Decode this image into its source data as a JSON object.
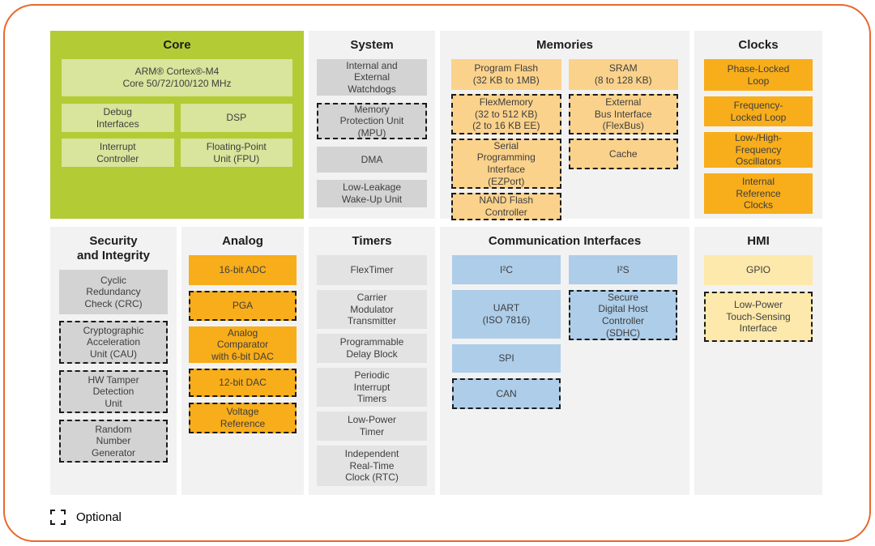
{
  "legend": {
    "label": "Optional"
  },
  "colors": {
    "frame_border": "#e8682c",
    "panel_bg": "#f2f2f2",
    "core_panel": "#b3cb35",
    "core_block": "#d9e49c",
    "system_security_block": "#d3d3d3",
    "timers_block": "#e3e3e3",
    "memories_block": "#fbd28b",
    "clocks_analog_block": "#f8ad1a",
    "comm_block": "#adcde9",
    "hmi_block": "#fde9ab",
    "optional_dashed_border": "#1b1b1b",
    "block_text": "#3e3e3e"
  },
  "sections": {
    "core": {
      "title": "Core",
      "blocks": [
        {
          "label": "ARM® Cortex®-M4\nCore 50/72/100/120 MHz",
          "optional": false
        },
        {
          "label": "Debug\nInterfaces",
          "optional": false
        },
        {
          "label": "DSP",
          "optional": false
        },
        {
          "label": "Interrupt\nController",
          "optional": false
        },
        {
          "label": "Floating-Point\nUnit (FPU)",
          "optional": false
        }
      ]
    },
    "system": {
      "title": "System",
      "blocks": [
        {
          "label": "Internal and\nExternal\nWatchdogs",
          "optional": false
        },
        {
          "label": "Memory\nProtection Unit\n(MPU)",
          "optional": true
        },
        {
          "label": "DMA",
          "optional": false
        },
        {
          "label": "Low-Leakage\nWake-Up Unit",
          "optional": false
        }
      ]
    },
    "memories": {
      "title": "Memories",
      "col_left": [
        {
          "label": "Program Flash\n(32 KB to 1MB)",
          "optional": false
        },
        {
          "label": "FlexMemory\n(32 to 512 KB)\n(2 to 16 KB EE)",
          "optional": true
        },
        {
          "label": "Serial\nProgramming\nInterface\n(EZPort)",
          "optional": true
        },
        {
          "label": "NAND Flash\nController",
          "optional": true
        }
      ],
      "col_right": [
        {
          "label": "SRAM\n(8 to 128 KB)",
          "optional": false
        },
        {
          "label": "External\nBus Interface\n(FlexBus)",
          "optional": true
        },
        {
          "label": "Cache",
          "optional": true
        }
      ]
    },
    "clocks": {
      "title": "Clocks",
      "blocks": [
        {
          "label": "Phase-Locked\nLoop",
          "optional": false
        },
        {
          "label": "Frequency-\nLocked Loop",
          "optional": false
        },
        {
          "label": "Low-/High-\nFrequency\nOscillators",
          "optional": false
        },
        {
          "label": "Internal\nReference\nClocks",
          "optional": false
        }
      ]
    },
    "security": {
      "title": "Security\nand Integrity",
      "blocks": [
        {
          "label": "Cyclic\nRedundancy\nCheck (CRC)",
          "optional": false
        },
        {
          "label": "Cryptographic\nAcceleration\nUnit (CAU)",
          "optional": true
        },
        {
          "label": "HW Tamper\nDetection\nUnit",
          "optional": true
        },
        {
          "label": "Random\nNumber\nGenerator",
          "optional": true
        }
      ]
    },
    "analog": {
      "title": "Analog",
      "blocks": [
        {
          "label": "16-bit ADC",
          "optional": false
        },
        {
          "label": "PGA",
          "optional": true
        },
        {
          "label": "Analog\nComparator\nwith 6-bit DAC",
          "optional": false
        },
        {
          "label": "12-bit DAC",
          "optional": true
        },
        {
          "label": "Voltage\nReference",
          "optional": true
        }
      ]
    },
    "timers": {
      "title": "Timers",
      "blocks": [
        {
          "label": "FlexTimer",
          "optional": false
        },
        {
          "label": "Carrier\nModulator\nTransmitter",
          "optional": false
        },
        {
          "label": "Programmable\nDelay Block",
          "optional": false
        },
        {
          "label": "Periodic\nInterrupt\nTimers",
          "optional": false
        },
        {
          "label": "Low-Power\nTimer",
          "optional": false
        },
        {
          "label": "Independent\nReal-Time\nClock (RTC)",
          "optional": false
        }
      ]
    },
    "comm": {
      "title": "Communication Interfaces",
      "col_left": [
        {
          "label": "I²C",
          "optional": false
        },
        {
          "label": "UART\n(ISO 7816)",
          "optional": false
        },
        {
          "label": "SPI",
          "optional": false
        },
        {
          "label": "CAN",
          "optional": true
        }
      ],
      "col_right": [
        {
          "label": "I²S",
          "optional": false
        },
        {
          "label": "Secure\nDigital Host\nController\n(SDHC)",
          "optional": true
        }
      ]
    },
    "hmi": {
      "title": "HMI",
      "blocks": [
        {
          "label": "GPIO",
          "optional": false
        },
        {
          "label": "Low-Power\nTouch-Sensing\nInterface",
          "optional": true
        }
      ]
    }
  }
}
